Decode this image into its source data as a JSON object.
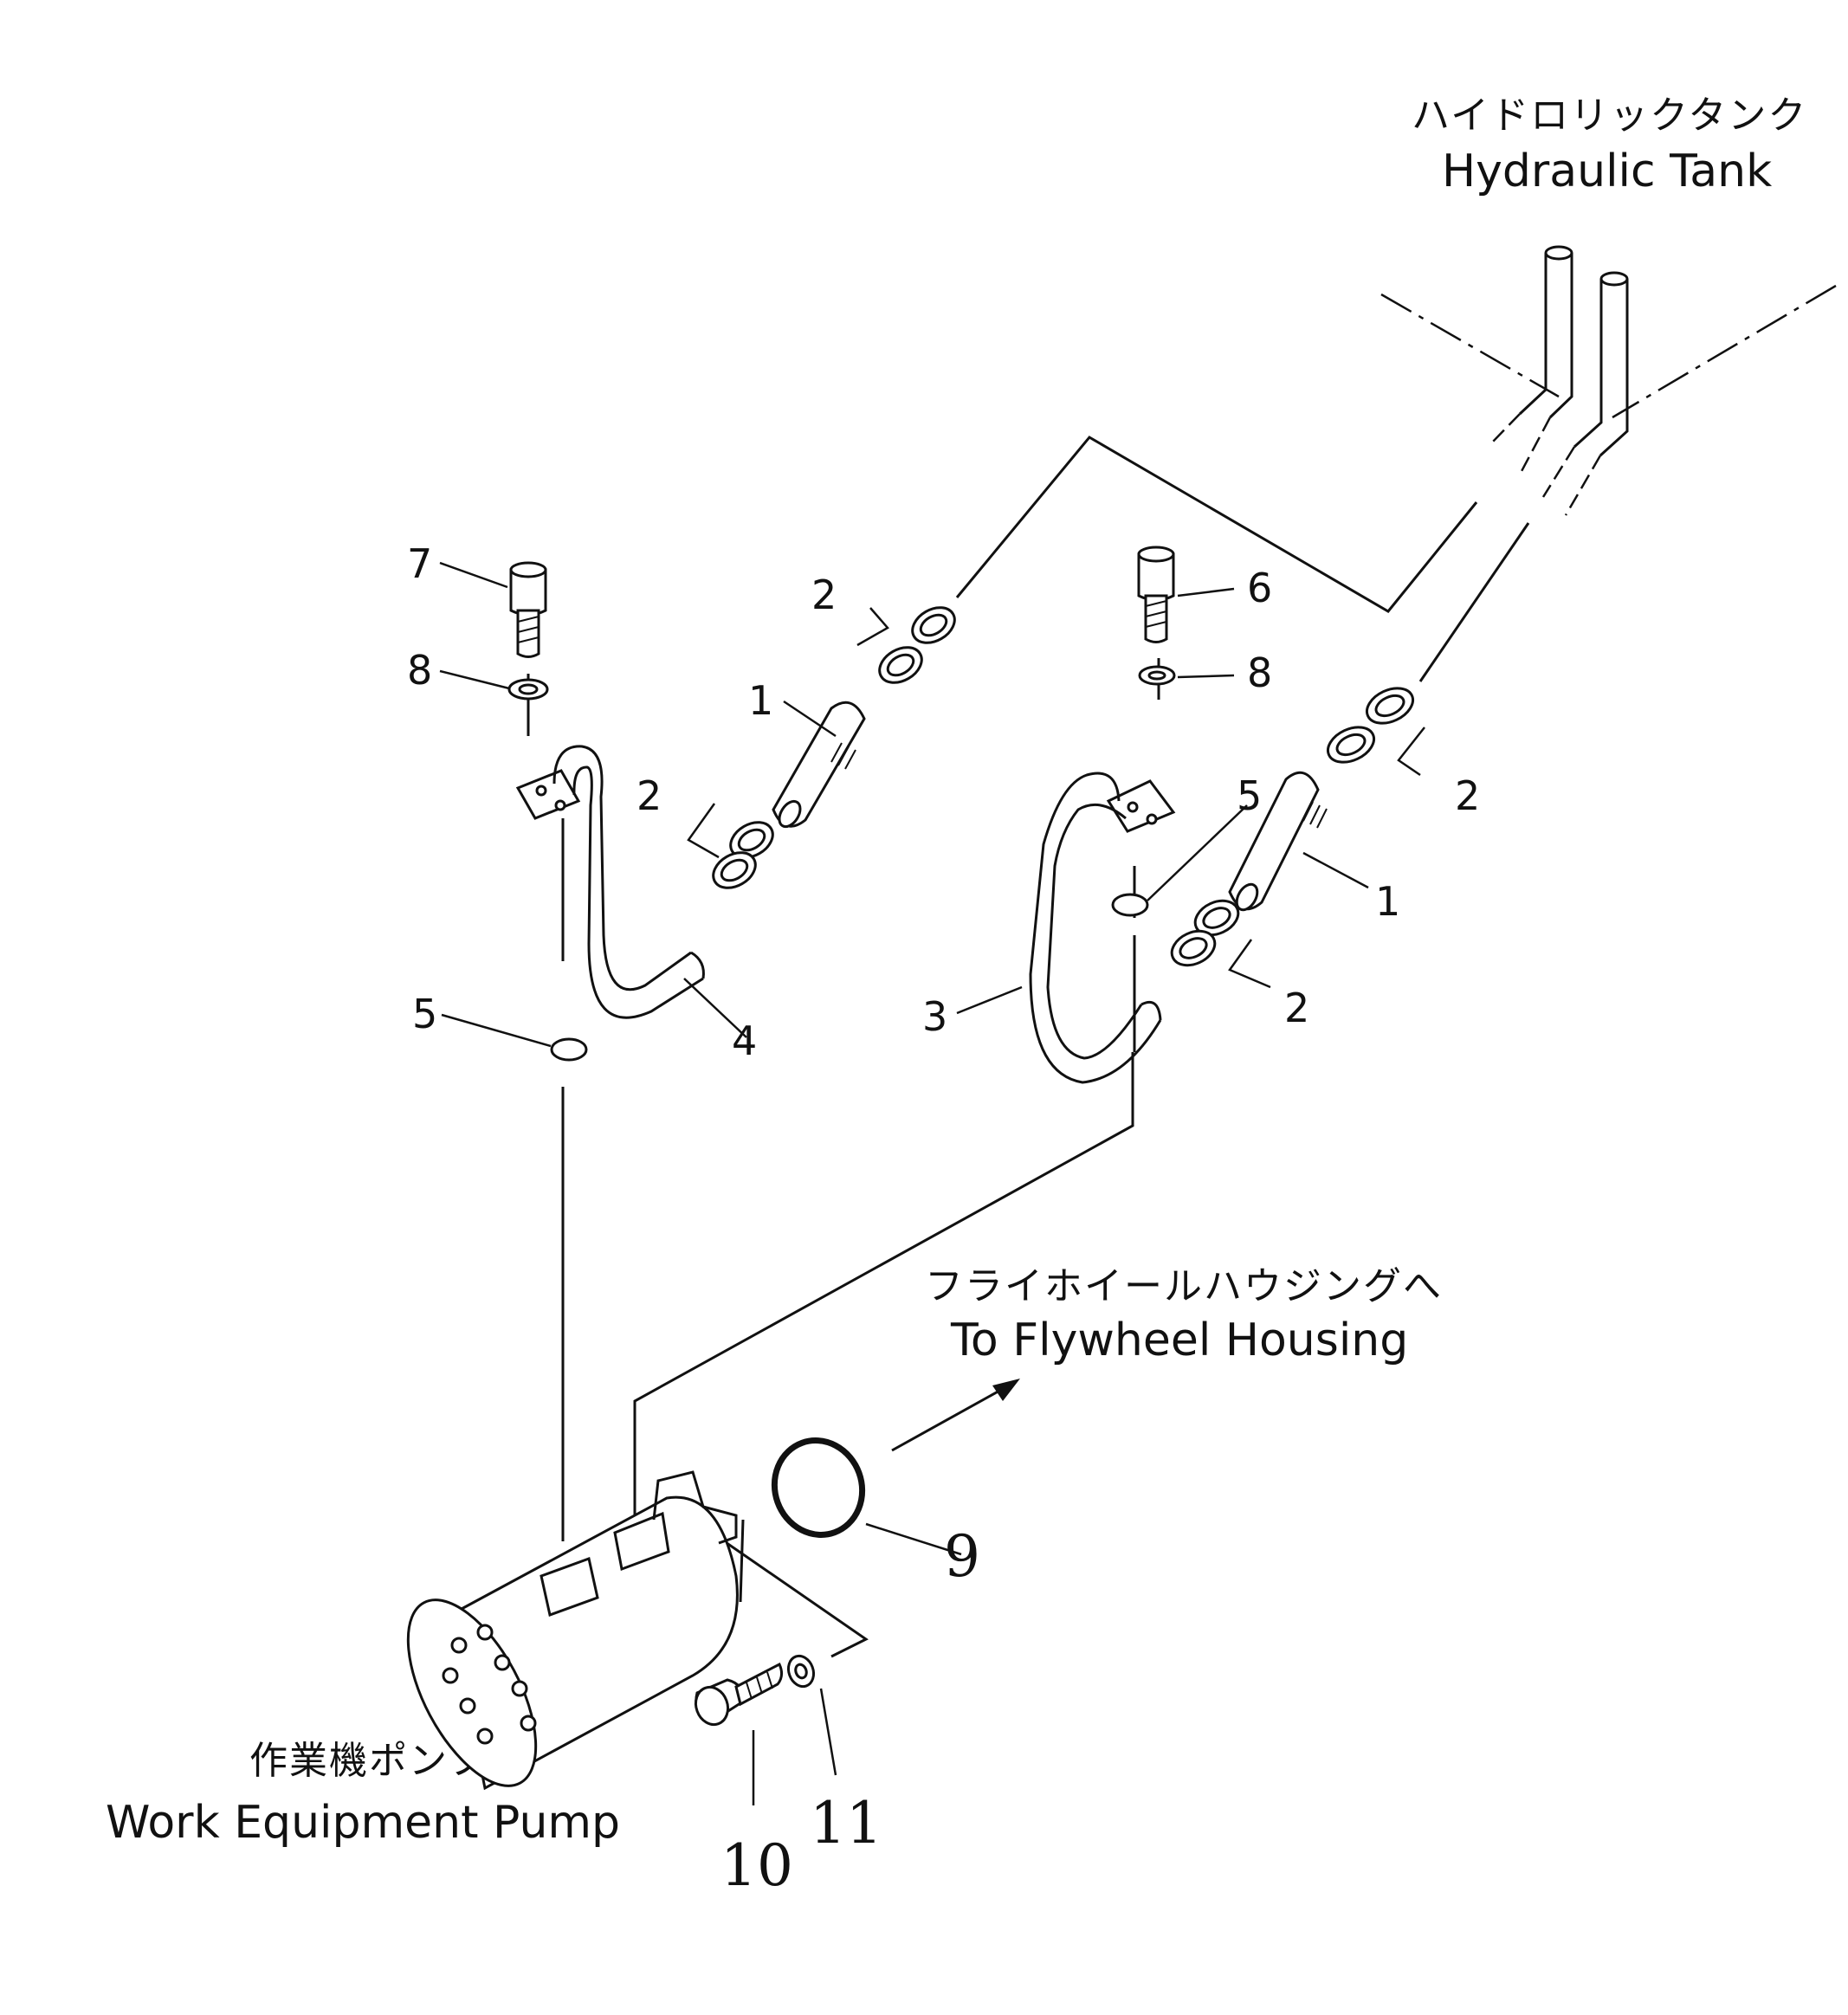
{
  "labels": {
    "hydraulic_tank_jp": "ハイドロリックタンク",
    "hydraulic_tank_en": "Hydraulic Tank",
    "flywheel_jp": "フライホイールハウジングへ",
    "flywheel_en": "To Flywheel Housing",
    "pump_jp": "作業機ポンプ",
    "pump_en": "Work Equipment Pump"
  },
  "callouts": {
    "c1a": "1",
    "c1b": "1",
    "c2a": "2",
    "c2b": "2",
    "c2c": "2",
    "c2d": "2",
    "c3": "3",
    "c4": "4",
    "c5a": "5",
    "c5b": "5",
    "c6": "6",
    "c7": "7",
    "c8a": "8",
    "c8b": "8",
    "c9": "9",
    "c10": "10",
    "c11": "11"
  }
}
